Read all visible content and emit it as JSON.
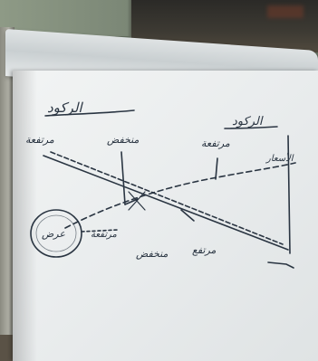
{
  "photo": {
    "subject": "flip-chart",
    "handwriting": {
      "header_left": "الركود",
      "header_right": "الركود",
      "label_top_left": "مرتفعة",
      "label_top_mid": "منخفض",
      "label_top_right": "مرتفعة",
      "label_bottom_left": "مرتفعة",
      "label_bottom_mid": "منخفض",
      "label_bottom_right": "مرتفع",
      "circle_note": "عرض",
      "corner_mark": "الأسعار"
    },
    "ink_color": "#2a3542"
  }
}
